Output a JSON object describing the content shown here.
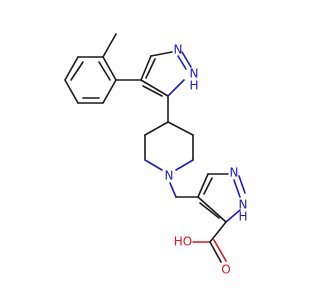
{
  "atoms": {
    "pyrazole_top_n": "N",
    "pyrazole_top_nh": "N",
    "pyrazole_top_h": "H",
    "piperidine_n": "N",
    "pyrazole_bottom_n": "N",
    "pyrazole_bottom_nh": "N",
    "pyrazole_bottom_h": "H",
    "acid_oh": "HO",
    "acid_o": "O"
  },
  "colors": {
    "carbon": "#1a1a1a",
    "nitrogen": "#1a1ad8",
    "oxygen": "#e0141c"
  }
}
